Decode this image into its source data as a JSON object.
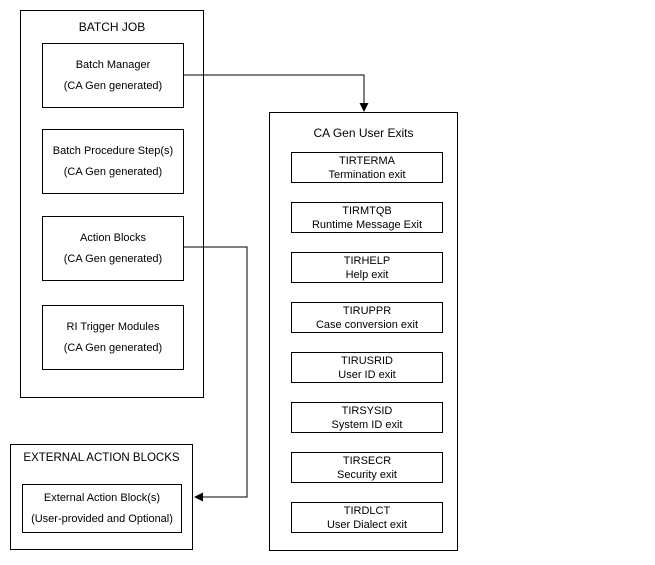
{
  "batch_job": {
    "title": "BATCH JOB",
    "nodes": [
      {
        "line1": "Batch Manager",
        "line2": "(CA Gen generated)"
      },
      {
        "line1": "Batch Procedure Step(s)",
        "line2": "(CA Gen generated)"
      },
      {
        "line1": "Action Blocks",
        "line2": "(CA Gen generated)"
      },
      {
        "line1": "RI Trigger Modules",
        "line2": "(CA Gen generated)"
      }
    ]
  },
  "user_exits": {
    "title": "CA Gen User Exits",
    "items": [
      {
        "name": "TIRTERMA",
        "description": "Termination exit"
      },
      {
        "name": "TIRMTQB",
        "description": "Runtime Message Exit"
      },
      {
        "name": "TIRHELP",
        "description": "Help exit"
      },
      {
        "name": "TIRUPPR",
        "description": "Case conversion exit"
      },
      {
        "name": "TIRUSRID",
        "description": "User ID exit"
      },
      {
        "name": "TIRSYSID",
        "description": "System ID exit"
      },
      {
        "name": "TIRSECR",
        "description": "Security exit"
      },
      {
        "name": "TIRDLCT",
        "description": "User Dialect exit"
      }
    ]
  },
  "external_action_blocks": {
    "title": "EXTERNAL ACTION BLOCKS",
    "node": {
      "line1": "External Action Block(s)",
      "line2": "(User-provided and Optional)"
    }
  },
  "colors": {
    "line": "#000000",
    "background": "#ffffff",
    "text": "#000000"
  }
}
